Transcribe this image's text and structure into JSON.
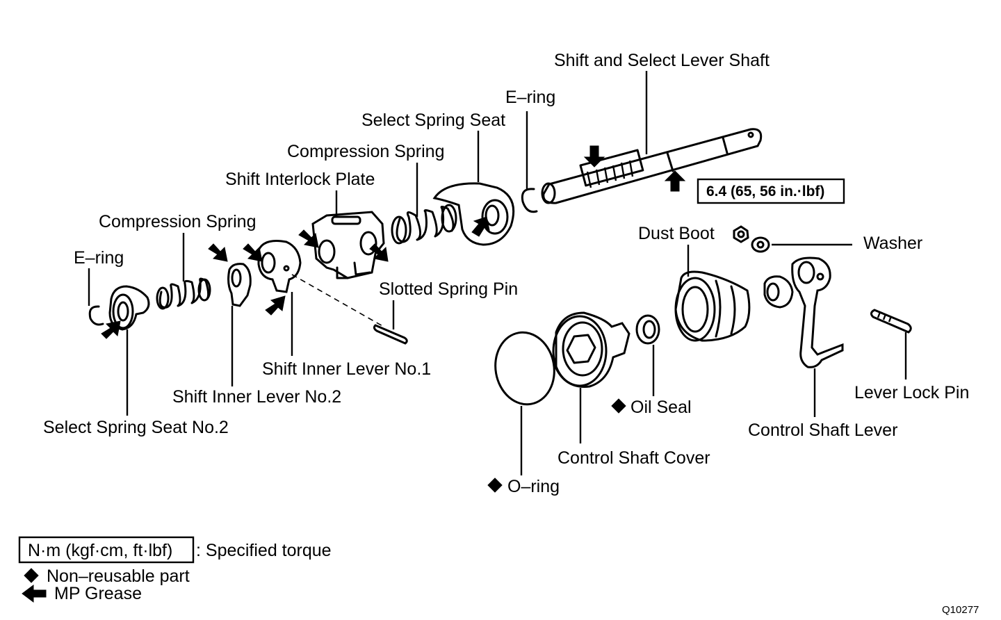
{
  "labels": {
    "shift_select_lever_shaft": "Shift and Select Lever Shaft",
    "e_ring_top": "E–ring",
    "select_spring_seat": "Select Spring Seat",
    "compression_spring_top": "Compression Spring",
    "shift_interlock_plate": "Shift Interlock Plate",
    "compression_spring_left": "Compression Spring",
    "e_ring_left": "E–ring",
    "slotted_spring_pin": "Slotted Spring Pin",
    "shift_inner_lever_no1": "Shift Inner Lever No.1",
    "shift_inner_lever_no2": "Shift Inner Lever No.2",
    "select_spring_seat_no2": "Select Spring Seat No.2",
    "torque_spec": "6.4 (65, 56 in.·lbf)",
    "dust_boot": "Dust Boot",
    "washer": "Washer",
    "oil_seal": "Oil Seal",
    "control_shaft_cover": "Control Shaft Cover",
    "o_ring": "O–ring",
    "control_shaft_lever": "Control Shaft Lever",
    "lever_lock_pin": "Lever Lock Pin"
  },
  "legend": {
    "torque_box": "N·m (kgf·cm, ft·lbf)",
    "torque_desc": ": Specified torque",
    "non_reusable": "Non–reusable part",
    "grease": "MP Grease"
  },
  "figure_code": "Q10277",
  "symbols": {
    "non_reusable_mark": "diamond-icon",
    "grease_mark": "arrow-icon"
  }
}
